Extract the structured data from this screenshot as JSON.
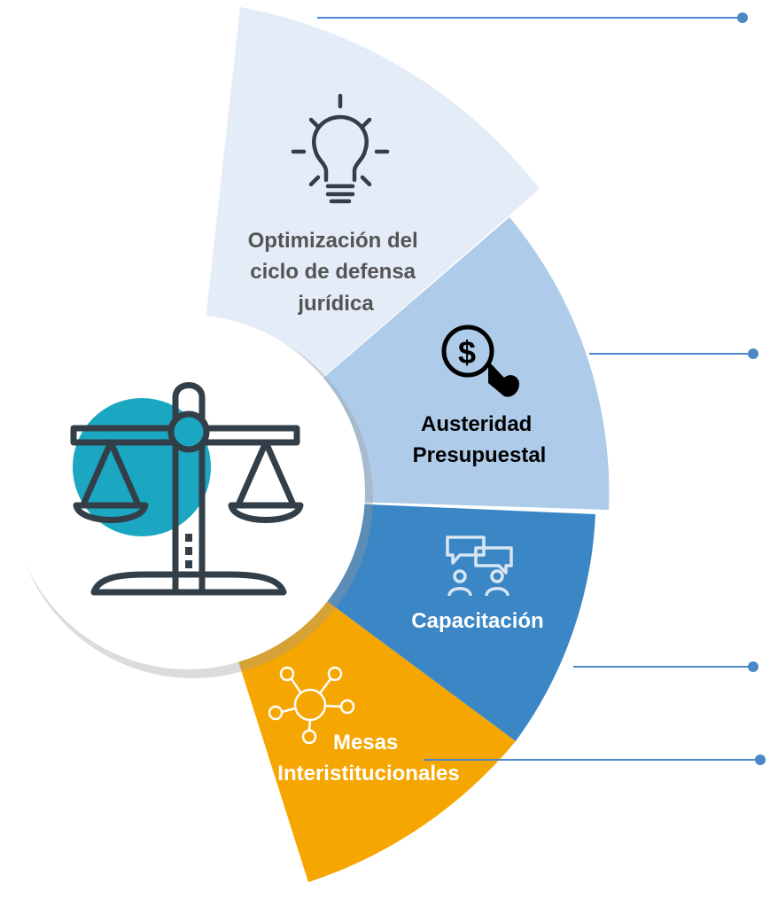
{
  "colors": {
    "segment_1": "#e3ecf7",
    "segment_2": "#aecbea",
    "segment_3": "#3b86c5",
    "segment_4": "#f6a600",
    "connector": "#4a88c6",
    "center_circle_accent": "#1ba6c2",
    "scale_icon": "#333f48"
  },
  "segments": [
    {
      "label_lines": [
        "Optimización del",
        "ciclo de defensa",
        "jurídica"
      ],
      "icon": "lightbulb-icon"
    },
    {
      "label_lines": [
        "Austeridad",
        "Presupuestal"
      ],
      "icon": "dollar-touch-icon"
    },
    {
      "label_lines": [
        "Capacitación"
      ],
      "icon": "people-chat-icon"
    },
    {
      "label_lines": [
        "Mesas",
        "Interistitucionales"
      ],
      "icon": "network-icon"
    }
  ],
  "center": {
    "icon": "scale-of-justice-icon"
  }
}
